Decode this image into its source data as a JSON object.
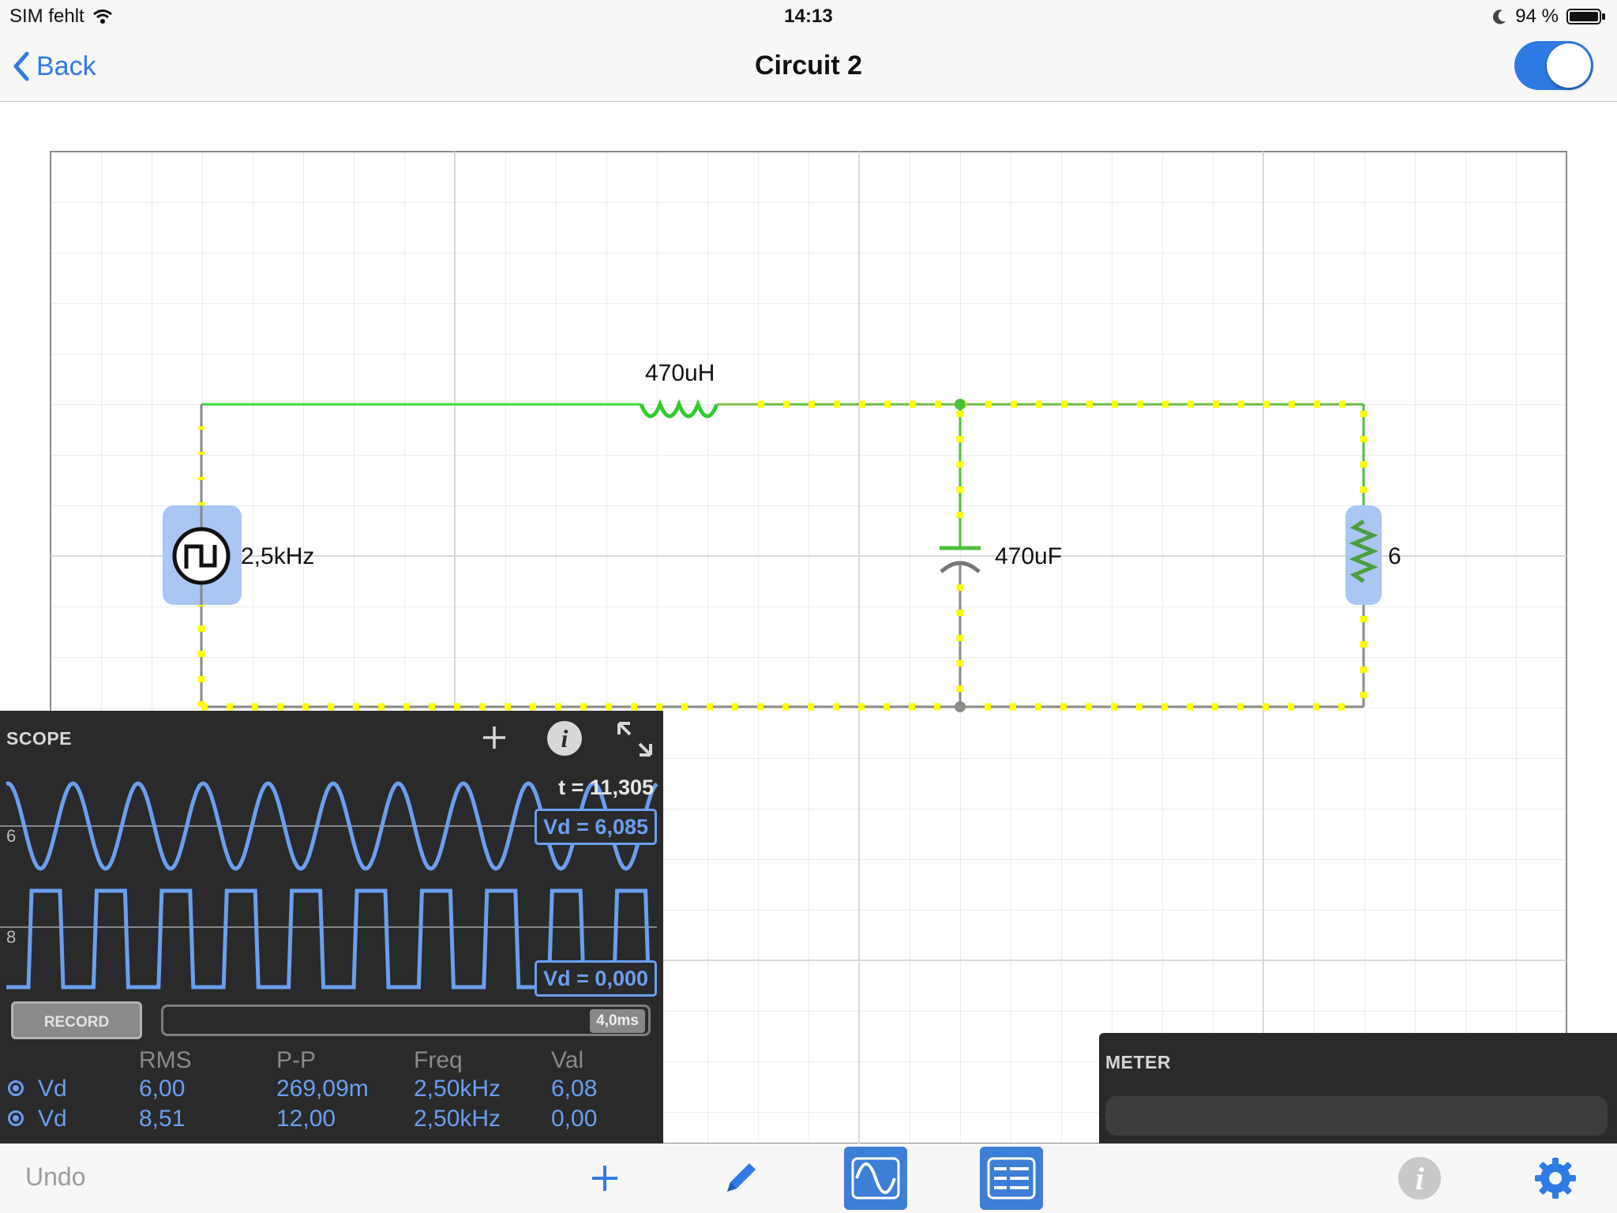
{
  "status_bar": {
    "carrier": "SIM fehlt",
    "time": "14:13",
    "battery": "94 %"
  },
  "nav": {
    "back_label": "Back",
    "title": "Circuit 2",
    "toggle_on": true
  },
  "circuit": {
    "source_label": "2,5kHz",
    "inductor_label": "470uH",
    "capacitor_label": "470uF",
    "resistor_label": "6"
  },
  "scope": {
    "title": "SCOPE",
    "cursor_time": "t = 11,305",
    "channel1_readout": "Vd = 6,085",
    "channel2_readout": "Vd = 0,000",
    "channel1_axis": "6",
    "channel2_axis": "8",
    "record_label": "RECORD",
    "timebase": "4,0ms",
    "table": {
      "headers": [
        "RMS",
        "P-P",
        "Freq",
        "Val"
      ],
      "rows": [
        {
          "name": "Vd",
          "rms": "6,00",
          "pp": "269,09m",
          "freq": "2,50kHz",
          "val": "6,08"
        },
        {
          "name": "Vd",
          "rms": "8,51",
          "pp": "12,00",
          "freq": "2,50kHz",
          "val": "0,00"
        }
      ]
    }
  },
  "meter": {
    "title": "METER"
  },
  "toolbar": {
    "undo_label": "Undo"
  },
  "colors": {
    "accent": "#2f7be6",
    "trace": "#6a9ff0",
    "wire_green": "#2ecc2e",
    "current_dots": "#ffff00"
  }
}
